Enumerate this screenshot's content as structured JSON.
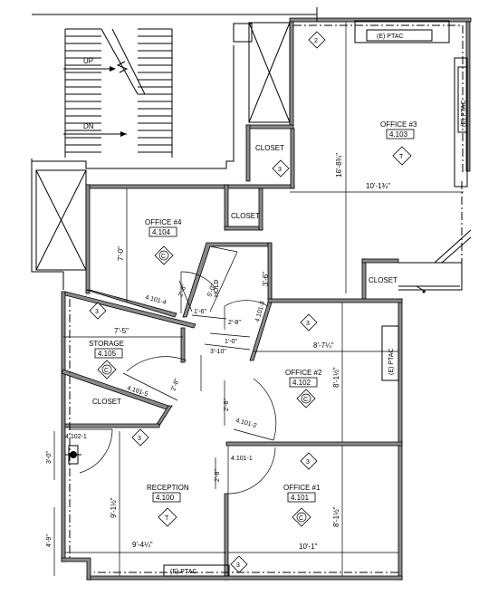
{
  "stair": {
    "up": "UP",
    "down": "DN"
  },
  "rooms": {
    "office3": {
      "name": "OFFICE #3",
      "number": "4.103"
    },
    "office4": {
      "name": "OFFICE #4",
      "number": "4.104"
    },
    "storage": {
      "name": "STORAGE",
      "number": "4.105"
    },
    "office2": {
      "name": "OFFICE #2",
      "number": "4.102"
    },
    "office1": {
      "name": "OFFICE #1",
      "number": "4.101"
    },
    "reception": {
      "name": "RECEPTION",
      "number": "4.100"
    },
    "closet_top": "CLOSET",
    "closet_mid": "CLOSET",
    "closet_right": "CLOSET",
    "closet_left": "CLOSET"
  },
  "ptac": {
    "top": "(E) PTAC",
    "right_top": "(E) PTAC",
    "right_mid": "(E) PTAC",
    "bottom": "(E) PTAC"
  },
  "hold": "HOLD",
  "dims": {
    "o3_height": "16'-8¾\"",
    "o3_width": "10'-1¾\"",
    "o4_height": "7'-0\"",
    "d_3_6": "3'-6\"",
    "d_5_0": "5'-0\"",
    "d_2_8a": "2'-8\"",
    "d_1_6": "1'-6\"",
    "d_2_8b": "2'-8\"",
    "d_1_0": "1'-0\"",
    "d_3_10": "3'-10\"",
    "storage_w": "7'-5\"",
    "d_2_8c": "2'-8\"",
    "o2_w": "8'-7¼\"",
    "o2_h": "8'-1½\"",
    "d_2_8d": "2'-8\"",
    "d_2_8e": "2'-8\"",
    "o1_h": "8'-1½\"",
    "o1_w": "10'-1\"",
    "rec_h": "9'-1½\"",
    "rec_w": "9'-4¼\"",
    "d_3_0": "3'-0\"",
    "d_4_9": "4'-9\""
  },
  "doors": {
    "d4101_4": "4.101-4",
    "d4101_3": "4.101-3",
    "d4101_5": "4.101-5",
    "d4101_2": "4.101-2",
    "d4101_1": "4.101-1",
    "d4102_1": "4.102-1"
  },
  "tags": {
    "diamond_top": "2",
    "diamond_o3": "T",
    "diamond_closet": "3",
    "diamond_o4_c": "C",
    "diamond_o4_3": "3",
    "diamond_storage": "C",
    "diamond_closet_left": "3",
    "diamond_o2_3": "3",
    "diamond_o2_c": "C",
    "diamond_o1_3": "3",
    "diamond_o1_c": "C",
    "diamond_rec_t": "T",
    "diamond_bottom": "3"
  }
}
